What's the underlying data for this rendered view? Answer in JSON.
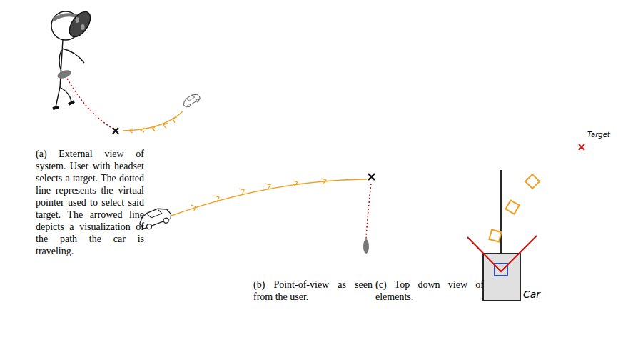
{
  "diagram": {
    "labels": [
      "(a) External view of system. User with headset selects a target. The dotted line represents the virtual pointer used to select said target. The arrowed line depicts a visualization of the path the car is traveling.",
      "(b) Point-of-view as seen from the user.",
      "(c) Top down view of elements.",
      "Target",
      "Car"
    ]
  }
}
